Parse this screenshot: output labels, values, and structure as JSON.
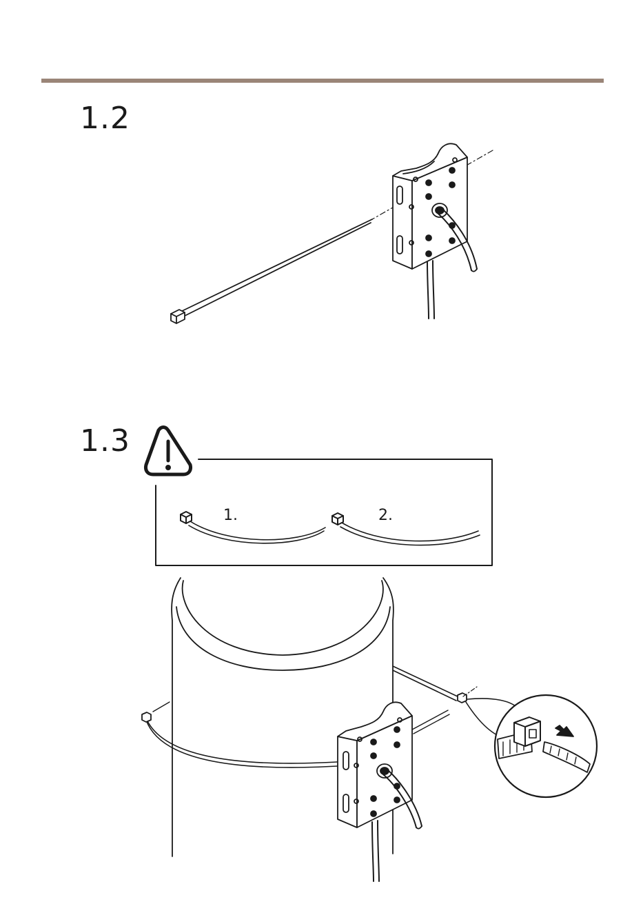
{
  "colors": {
    "rule": "#9a8578",
    "line": "#1a1a1a",
    "paper": "#ffffff"
  },
  "steps": [
    {
      "number": "1.2"
    },
    {
      "number": "1.3"
    }
  ],
  "warning": {
    "icon": "warning-triangle-icon",
    "tie_labels": [
      "1.",
      "2."
    ]
  }
}
